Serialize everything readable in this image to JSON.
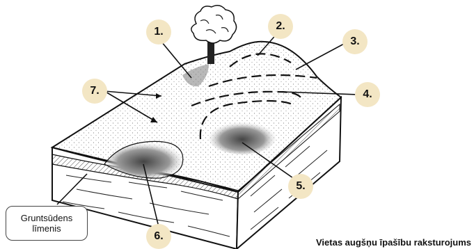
{
  "labels": [
    "1.",
    "2.",
    "3.",
    "4.",
    "5.",
    "6.",
    "7."
  ],
  "groundwater_label": {
    "line1": "Gruntsūdens",
    "line2": "līmenis"
  },
  "caption": "Vietas augšņu īpašību raksturojums",
  "colors": {
    "badge_fill": "#f3e6c4",
    "line": "#111111",
    "background": "#ffffff"
  },
  "icons": [
    "tree-icon"
  ]
}
